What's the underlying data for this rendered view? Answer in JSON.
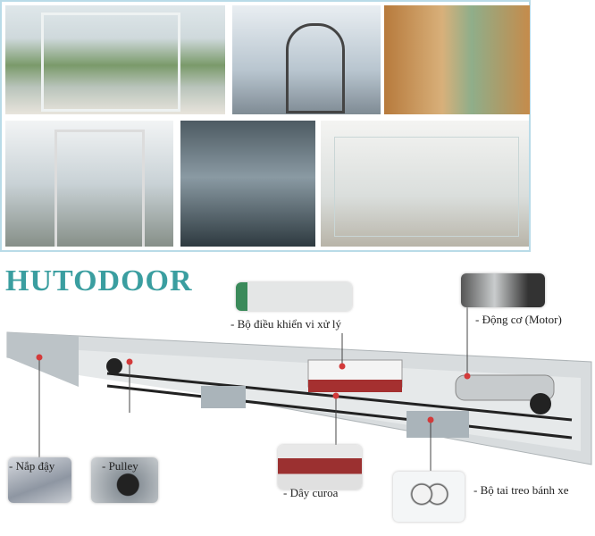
{
  "brand": "HUTODOOR",
  "photos": [
    "automatic-sliding-glass-door-lobby",
    "revolving-door",
    "folding-wooden-glass-door",
    "swing-glass-door",
    "glass-building-entrance",
    "frameless-glass-sliding-door"
  ],
  "labels": {
    "controller": "- Bộ điều khiển vi xử lý",
    "motor": "- Động cơ (Motor)",
    "cover": "- Nắp đậy",
    "pulley": "- Pulley",
    "belt": "- Dây curoa",
    "hanger": "- Bộ tai treo bánh xe"
  },
  "colors": {
    "brand": "#3a9ea0",
    "marker": "#d33a3a",
    "border": "#b9dbe8"
  }
}
